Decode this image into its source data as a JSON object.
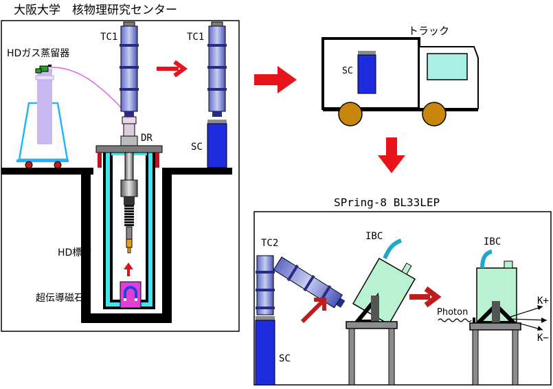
{
  "labels": {
    "osaka_title": "大阪大学　核物理研究センター",
    "hd_still": "HDガス蒸留器",
    "tc1_left": "TC1",
    "tc1_right": "TC1",
    "dr": "DR",
    "sc_lab": "SC",
    "hd_target": "HD標的",
    "magnet": "超伝導磁石",
    "truck": "トラック",
    "sc_truck": "SC",
    "spring8_title": "SPring-8 BL33LEP",
    "tc2": "TC2",
    "ibc_tilted": "IBC",
    "ibc_upright": "IBC",
    "sc_spring8": "SC",
    "photon": "Photon",
    "k_plus": "K+",
    "k_minus": "K−"
  },
  "colors": {
    "flow_arrow": "#e8141c",
    "sc_fill": "#1e2ce0",
    "coolant": "#40e6ee",
    "ibc_fill": "#b8f2d0",
    "truck_window": "#a8f0e6",
    "wheel": "#c8860c",
    "magnet": "#e040d8",
    "still_glass": "#c8b8f0",
    "hose": "#e060e8"
  },
  "icons": {
    "magnet": "horseshoe-magnet-icon"
  }
}
